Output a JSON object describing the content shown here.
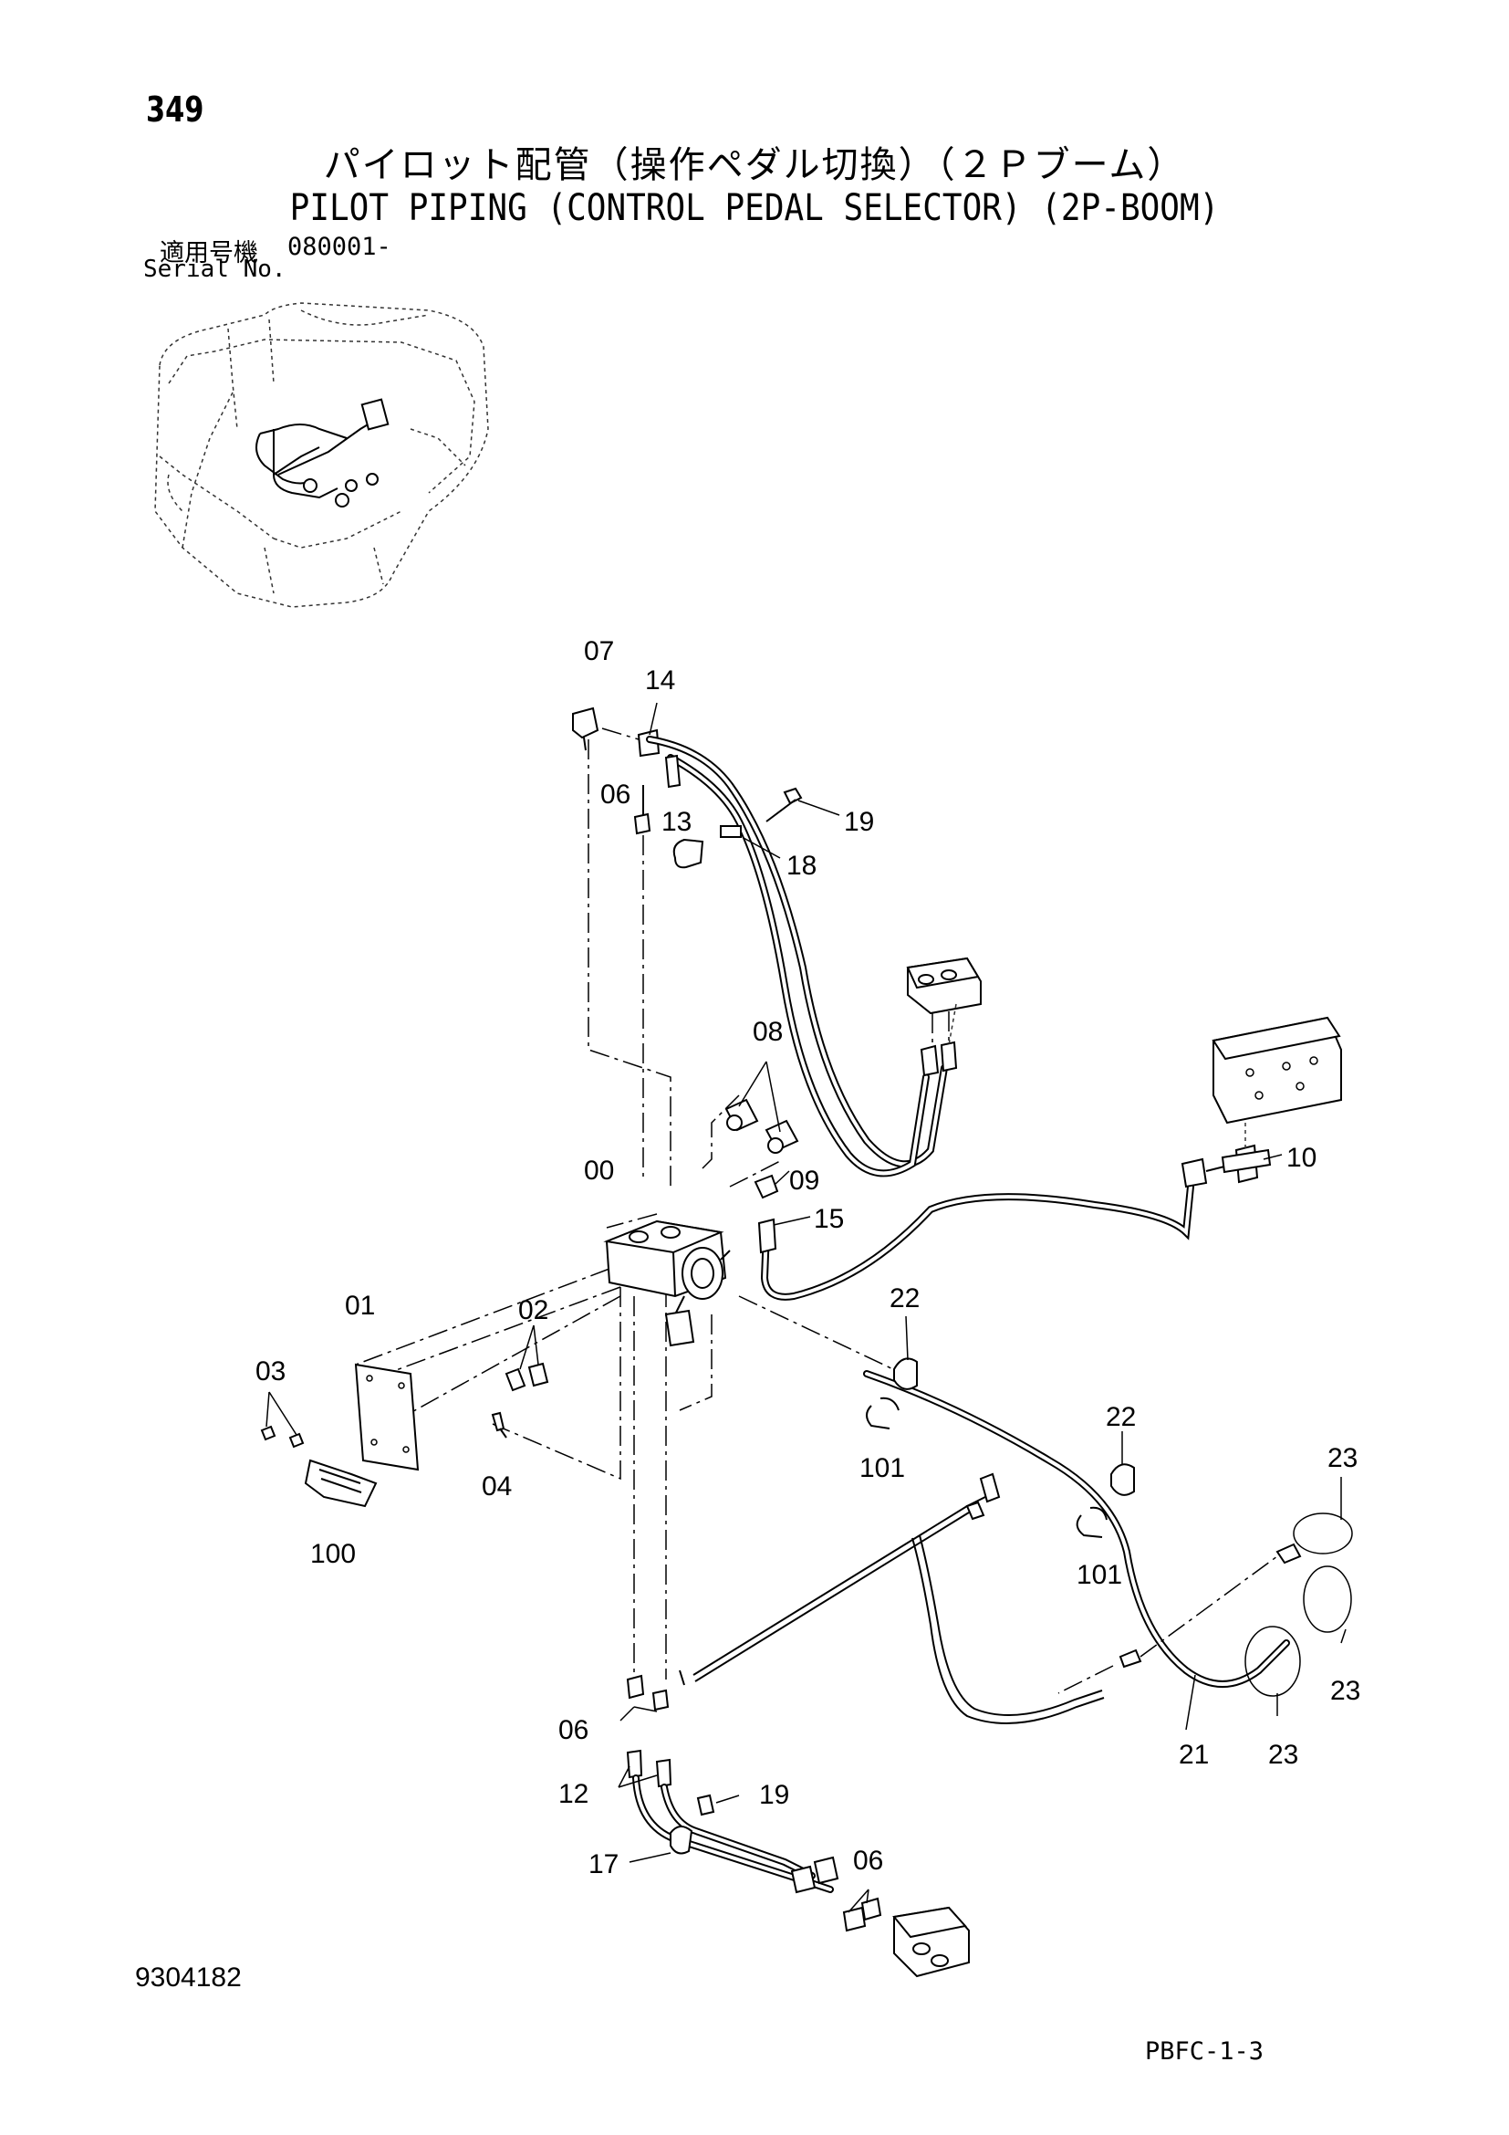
{
  "header": {
    "page_number": "349",
    "title_jp": "パイロット配管（操作ペダル切換）（２Ｐブーム）",
    "title_en": "PILOT PIPING (CONTROL PEDAL SELECTOR) (2P-BOOM)",
    "serial_label_jp": "適用号機",
    "serial_number": "080001-",
    "serial_label_en": "Serial No."
  },
  "callouts": [
    "07",
    "14",
    "06",
    "13",
    "19",
    "18",
    "08",
    "00",
    "09",
    "15",
    "10",
    "22",
    "01",
    "02",
    "03",
    "04",
    "100",
    "101",
    "22",
    "101",
    "23",
    "23",
    "21",
    "23",
    "06",
    "12",
    "19",
    "17",
    "06"
  ],
  "footer": {
    "drawing_number": "9304182",
    "sheet_code": "PBFC-1-3"
  }
}
